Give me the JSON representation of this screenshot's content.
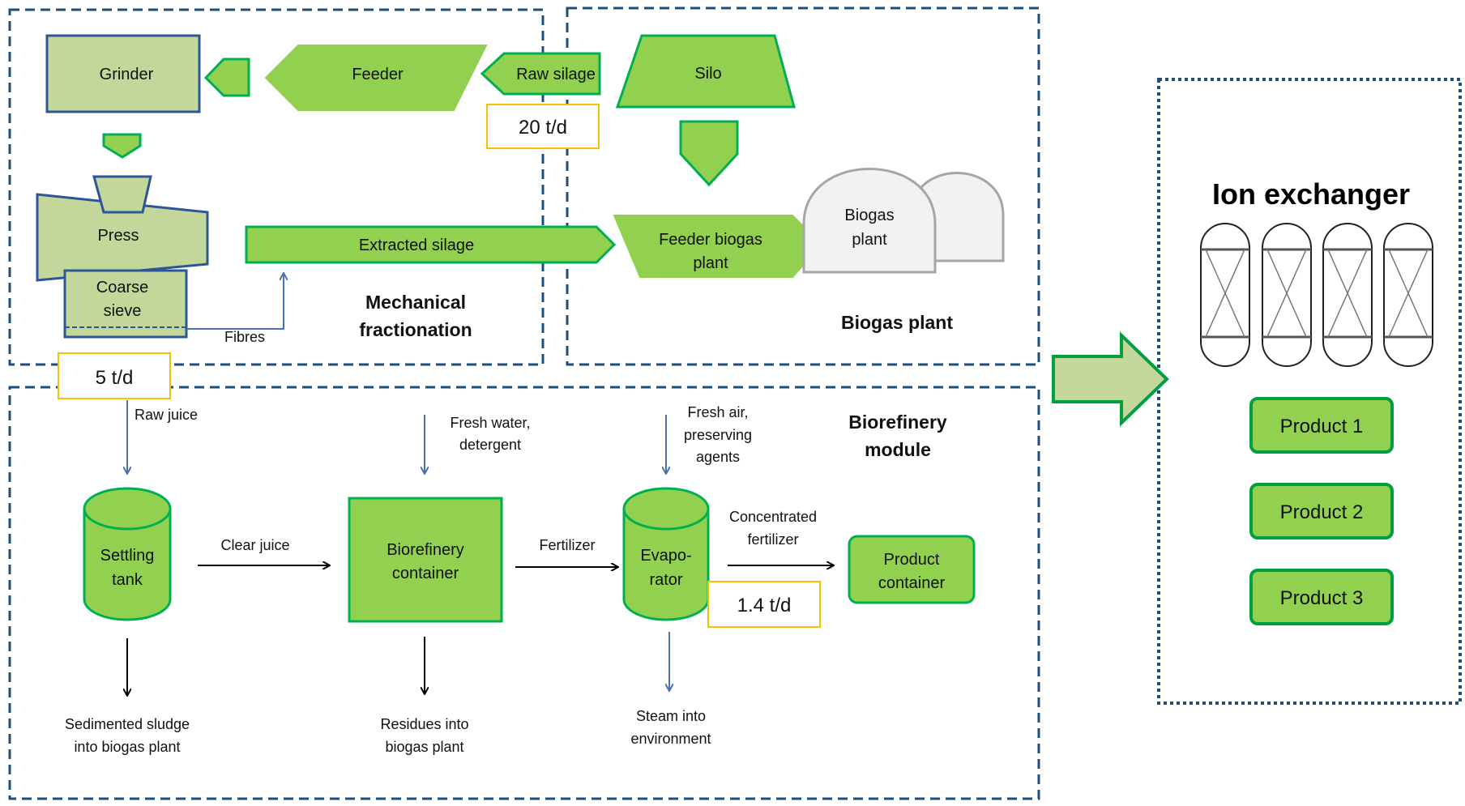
{
  "colors": {
    "green_fill": "#92d050",
    "green_stroke": "#00b050",
    "light_green_fill": "#c4d79b",
    "dark_green_stroke": "#00a040",
    "blue_stroke": "#2e5597",
    "light_blue_arrow": "#4a72b0",
    "orange_border": "#f7c000",
    "grey_stroke": "#a6a6a6",
    "grey_fill": "#f2f2f2",
    "dashed_border": "#1f4e79"
  },
  "mechanical": {
    "title_line1": "Mechanical",
    "title_line2": "fractionation",
    "grinder": "Grinder",
    "feeder": "Feeder",
    "raw_silage": "Raw silage",
    "press": "Press",
    "coarse_sieve_line1": "Coarse",
    "coarse_sieve_line2": "sieve",
    "fibres": "Fibres",
    "extracted_silage": "Extracted silage",
    "qty_raw_silage": "20 t/d",
    "qty_raw_juice": "5 t/d"
  },
  "biogas": {
    "title": "Biogas plant",
    "silo": "Silo",
    "feeder_line1": "Feeder biogas",
    "feeder_line2": "plant",
    "plant_line1": "Biogas",
    "plant_line2": "plant"
  },
  "biorefinery": {
    "title_line1": "Biorefinery",
    "title_line2": "module",
    "raw_juice": "Raw juice",
    "fresh_water_line1": "Fresh water,",
    "fresh_water_line2": "detergent",
    "fresh_air_line1": "Fresh air,",
    "fresh_air_line2": "preserving",
    "fresh_air_line3": "agents",
    "settling_line1": "Settling",
    "settling_line2": "tank",
    "clear_juice": "Clear juice",
    "container_line1": "Biorefinery",
    "container_line2": "container",
    "fertilizer": "Fertilizer",
    "evap_line1": "Evapo-",
    "evap_line2": "rator",
    "conc_line1": "Concentrated",
    "conc_line2": "fertilizer",
    "product_container_line1": "Product",
    "product_container_line2": "container",
    "qty_fertilizer": "1.4 t/d",
    "sludge_line1": "Sedimented sludge",
    "sludge_line2": "into biogas plant",
    "residues_line1": "Residues into",
    "residues_line2": "biogas plant",
    "steam_line1": "Steam into",
    "steam_line2": "environment"
  },
  "ion_exchanger": {
    "title": "Ion exchanger",
    "products": [
      "Product 1",
      "Product 2",
      "Product 3"
    ]
  }
}
